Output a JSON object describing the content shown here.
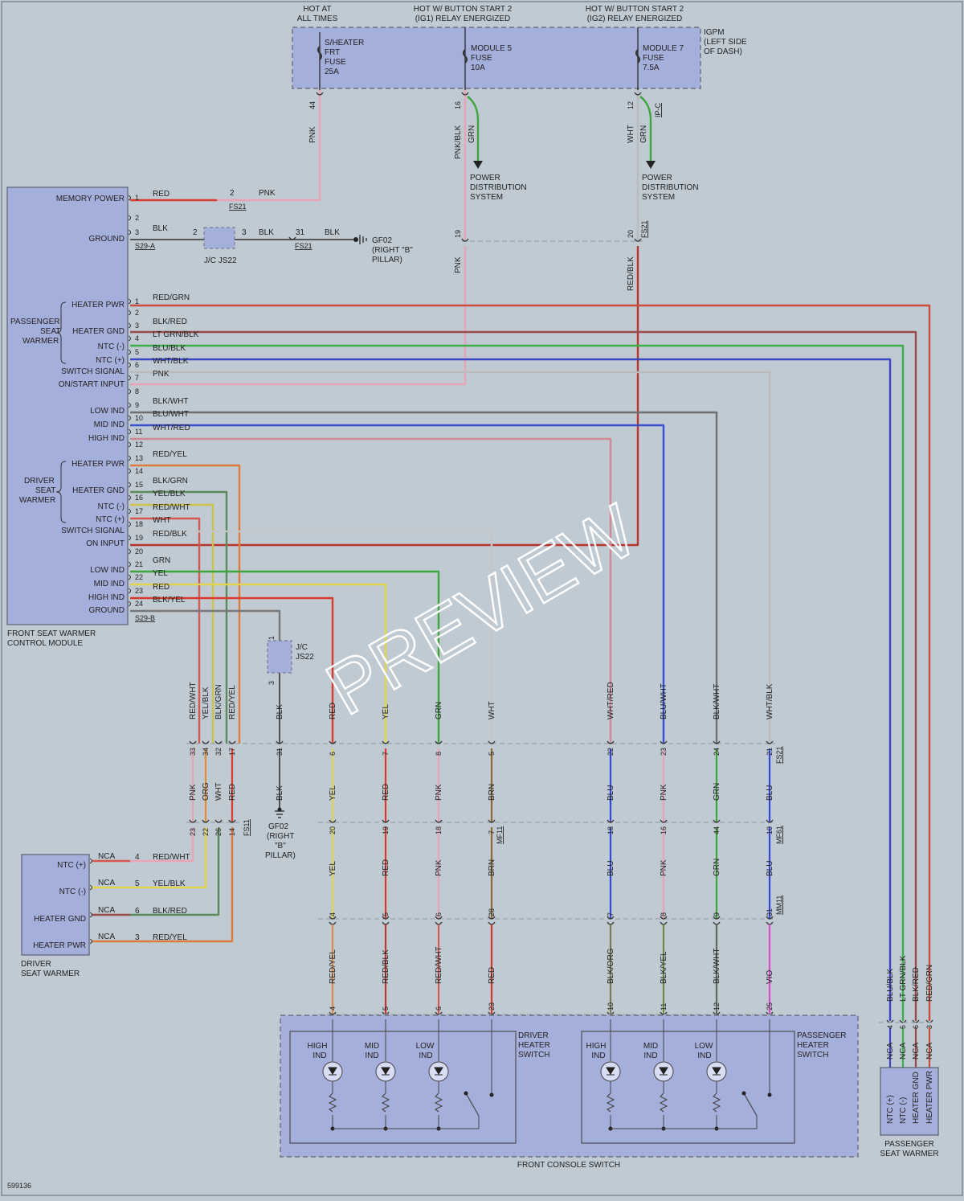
{
  "figure_id": "599136",
  "watermark": "PREVIEW",
  "top_headers": {
    "hot_always": [
      "HOT AT",
      "ALL TIMES"
    ],
    "hot_ig1": [
      "HOT W/ BUTTON START 2",
      "(IG1) RELAY ENERGIZED"
    ],
    "hot_ig2": [
      "HOT W/ BUTTON START 2",
      "(IG2) RELAY ENERGIZED"
    ]
  },
  "igpm": {
    "label": [
      "IGPM",
      "(LEFT SIDE",
      "OF DASH)"
    ],
    "fuses": [
      {
        "lines": [
          "S/HEATER",
          "FRT",
          "FUSE",
          "25A"
        ]
      },
      {
        "lines": [
          "MODULE 5",
          "FUSE",
          "10A"
        ]
      },
      {
        "lines": [
          "MODULE 7",
          "FUSE",
          "7.5A"
        ]
      }
    ],
    "pins": [
      "44",
      "16",
      "12"
    ]
  },
  "power_distribution": [
    "POWER",
    "DISTRIBUTION",
    "SYSTEM"
  ],
  "colors": {
    "pnk": "#e8a3b5",
    "red": "#d93a2b",
    "blk": "#444444",
    "redgrn": "#cc4d3a",
    "blkred": "#9a4a48",
    "ltgrnblk": "#3cae4a",
    "blublk": "#3b46c7",
    "whtblk": "#b9bcbf",
    "blkwht": "#6d6f70",
    "bluwht": "#3a4ed2",
    "whtred": "#d08b92",
    "redyel": "#e07a3a",
    "blkgrn": "#5d8a5a",
    "yelblk": "#cfc24a",
    "redwht": "#d7574f",
    "wht": "#c4c7ca",
    "redblk": "#b8342a",
    "grn": "#3fa53c",
    "yel": "#e2d44b",
    "blu": "#3547d8",
    "brn": "#8d6a34",
    "vio": "#d84fc9",
    "gray": "#777777"
  },
  "module": {
    "name": [
      "FRONT SEAT WARMER",
      "CONTROL MODULE"
    ],
    "groups": [
      {
        "label": [
          "PASSENGER",
          "SEAT",
          "WARMER"
        ]
      },
      {
        "label": [
          "DRIVER",
          "SEAT",
          "WARMER"
        ]
      }
    ],
    "pins": [
      {
        "pin": "1",
        "label": "MEMORY POWER",
        "wire": "RED"
      },
      {
        "pin": "2",
        "label": "",
        "wire": ""
      },
      {
        "pin": "3",
        "label": "GROUND",
        "wire": "BLK"
      },
      {
        "pin": "1",
        "label": "HEATER PWR",
        "wire": "RED/GRN"
      },
      {
        "pin": "2",
        "label": "",
        "wire": ""
      },
      {
        "pin": "3",
        "label": "HEATER GND",
        "wire": "BLK/RED"
      },
      {
        "pin": "4",
        "label": "NTC (-)",
        "wire": "LT GRN/BLK"
      },
      {
        "pin": "5",
        "label": "NTC (+)",
        "wire": "BLU/BLK"
      },
      {
        "pin": "6",
        "label": "SWITCH SIGNAL",
        "wire": "WHT/BLK"
      },
      {
        "pin": "7",
        "label": "ON/START INPUT",
        "wire": "PNK"
      },
      {
        "pin": "8",
        "label": "",
        "wire": ""
      },
      {
        "pin": "9",
        "label": "LOW IND",
        "wire": "BLK/WHT"
      },
      {
        "pin": "10",
        "label": "MID IND",
        "wire": "BLU/WHT"
      },
      {
        "pin": "11",
        "label": "HIGH IND",
        "wire": "WHT/RED"
      },
      {
        "pin": "12",
        "label": "",
        "wire": ""
      },
      {
        "pin": "13",
        "label": "HEATER PWR",
        "wire": "RED/YEL"
      },
      {
        "pin": "14",
        "label": "",
        "wire": ""
      },
      {
        "pin": "15",
        "label": "HEATER GND",
        "wire": "BLK/GRN"
      },
      {
        "pin": "16",
        "label": "NTC (-)",
        "wire": "YEL/BLK"
      },
      {
        "pin": "17",
        "label": "NTC (+)",
        "wire": "RED/WHT"
      },
      {
        "pin": "18",
        "label": "SWITCH SIGNAL",
        "wire": "WHT"
      },
      {
        "pin": "19",
        "label": "ON INPUT",
        "wire": "RED/BLK"
      },
      {
        "pin": "20",
        "label": "",
        "wire": ""
      },
      {
        "pin": "21",
        "label": "LOW IND",
        "wire": "GRN"
      },
      {
        "pin": "22",
        "label": "MID IND",
        "wire": "YEL"
      },
      {
        "pin": "23",
        "label": "HIGH IND",
        "wire": "RED"
      },
      {
        "pin": "24",
        "label": "GROUND",
        "wire": "BLK/YEL"
      }
    ],
    "connectors": [
      "S29-A",
      "S29-B"
    ]
  },
  "memory_power_run": {
    "pin": "2",
    "wire": "PNK",
    "connector": "FS21"
  },
  "ground_run": {
    "pin_in": "2",
    "pin_out": "3",
    "wire_out": "BLK",
    "jc": "J/C JS22",
    "fs_pin": "31",
    "fs_wire": "BLK",
    "fs_conn": "FS21",
    "ground": "GF02",
    "ground_loc": [
      "(RIGHT \"B\"",
      "PILLAR)"
    ]
  },
  "vertical_labels": {
    "pnk_drop": "PNK",
    "pnkblk": "PNK/BLK",
    "grn_pd": "GRN",
    "wht_ig2": "WHT",
    "grn_ig2": "GRN",
    "ip_c": "IP-C",
    "pin19": "19",
    "pin20": "20",
    "pnk_after": "PNK",
    "redblk_after": "RED/BLK",
    "fs21": "FS21"
  },
  "jc2": {
    "label": [
      "J/C",
      "JS22"
    ],
    "pin_top": "1",
    "pin_bot": "3"
  },
  "columns": [
    {
      "top": "RED/WHT",
      "fs": "33",
      "mid": "PNK",
      "fs2": "23"
    },
    {
      "top": "YEL/BLK",
      "fs": "34",
      "mid": "ORG",
      "fs2": "22"
    },
    {
      "top": "BLK/GRN",
      "fs": "32",
      "mid": "WHT",
      "fs2": "26"
    },
    {
      "top": "RED/YEL",
      "fs": "17",
      "mid": "RED",
      "fs2": "14"
    },
    {
      "top": "BLK",
      "fs": "31",
      "mid": "BLK"
    },
    {
      "top": "RED",
      "fs": "6",
      "mid": "YEL",
      "mf": "20",
      "mid2": "YEL",
      "mm": "4",
      "bot": "RED/YEL",
      "sw": "4"
    },
    {
      "top": "YEL",
      "fs": "7",
      "mid": "RED",
      "mf": "19",
      "mid2": "RED",
      "mm": "5",
      "bot": "RED/BLK",
      "sw": "5"
    },
    {
      "top": "GRN",
      "fs": "8",
      "mid": "PNK",
      "mf": "18",
      "mid2": "PNK",
      "mm": "6",
      "bot": "RED/WHT",
      "sw": "6"
    },
    {
      "top": "WHT",
      "fs": "5",
      "mid": "BRN",
      "mf": "7",
      "mid2": "BRN",
      "mm": "28",
      "bot": "RED",
      "sw": "23"
    },
    {
      "top": "WHT/RED",
      "fs": "22",
      "mid": "BLU",
      "mf": "18",
      "mid2": "BLU",
      "mm": "7",
      "bot": "BLK/ORG",
      "sw": "10"
    },
    {
      "top": "BLU/WHT",
      "fs": "23",
      "mid": "PNK",
      "mf": "16",
      "mid2": "PNK",
      "mm": "8",
      "bot": "BLK/YEL",
      "sw": "11"
    },
    {
      "top": "BLK/WHT",
      "fs": "24",
      "mid": "GRN",
      "mf": "44",
      "mid2": "GRN",
      "mm": "9",
      "bot": "BLK/WHT",
      "sw": "12"
    },
    {
      "top": "WHT/BLK",
      "fs": "21",
      "mid": "BLU",
      "mf": "10",
      "mid2": "BLU",
      "mm": "31",
      "bot": "VIO",
      "sw": "25"
    }
  ],
  "connector_tags": {
    "fs21": "FS21",
    "fs11": "FS11",
    "mf11": "MF11",
    "mf61": "MF61",
    "mm11": "MM11"
  },
  "gf02_lower": {
    "name": "GF02",
    "loc": [
      "(RIGHT",
      "\"B\"",
      "PILLAR)"
    ]
  },
  "driver_seat": {
    "name": [
      "DRIVER",
      "SEAT WARMER"
    ],
    "rows": [
      {
        "label": "NTC (+)",
        "nca": "NCA",
        "pin": "4",
        "wire": "RED/WHT"
      },
      {
        "label": "NTC (-)",
        "nca": "NCA",
        "pin": "5",
        "wire": "YEL/BLK"
      },
      {
        "label": "HEATER GND",
        "nca": "NCA",
        "pin": "6",
        "wire": "BLK/RED"
      },
      {
        "label": "HEATER PWR",
        "nca": "NCA",
        "pin": "3",
        "wire": "RED/YEL"
      }
    ]
  },
  "console": {
    "name": "FRONT CONSOLE SWITCH",
    "driver": {
      "name": [
        "DRIVER",
        "HEATER",
        "SWITCH"
      ],
      "ind": [
        [
          "HIGH",
          "IND"
        ],
        [
          "MID",
          "IND"
        ],
        [
          "LOW",
          "IND"
        ]
      ]
    },
    "passenger": {
      "name": [
        "PASSENGER",
        "HEATER",
        "SWITCH"
      ],
      "ind": [
        [
          "HIGH",
          "IND"
        ],
        [
          "MID",
          "IND"
        ],
        [
          "LOW",
          "IND"
        ]
      ]
    }
  },
  "passenger_seat": {
    "name": [
      "PASSENGER",
      "SEAT WARMER"
    ],
    "cols": [
      {
        "wire": "BLU/BLK",
        "pin": "4",
        "nca": "NCA",
        "label": "NTC (+)"
      },
      {
        "wire": "LT GRN/BLK",
        "pin": "5",
        "nca": "NCA",
        "label": "NTC (-)"
      },
      {
        "wire": "BLK/RED",
        "pin": "6",
        "nca": "NCA",
        "label": "HEATER GND"
      },
      {
        "wire": "RED/GRN",
        "pin": "3",
        "nca": "NCA",
        "label": "HEATER PWR"
      }
    ]
  }
}
